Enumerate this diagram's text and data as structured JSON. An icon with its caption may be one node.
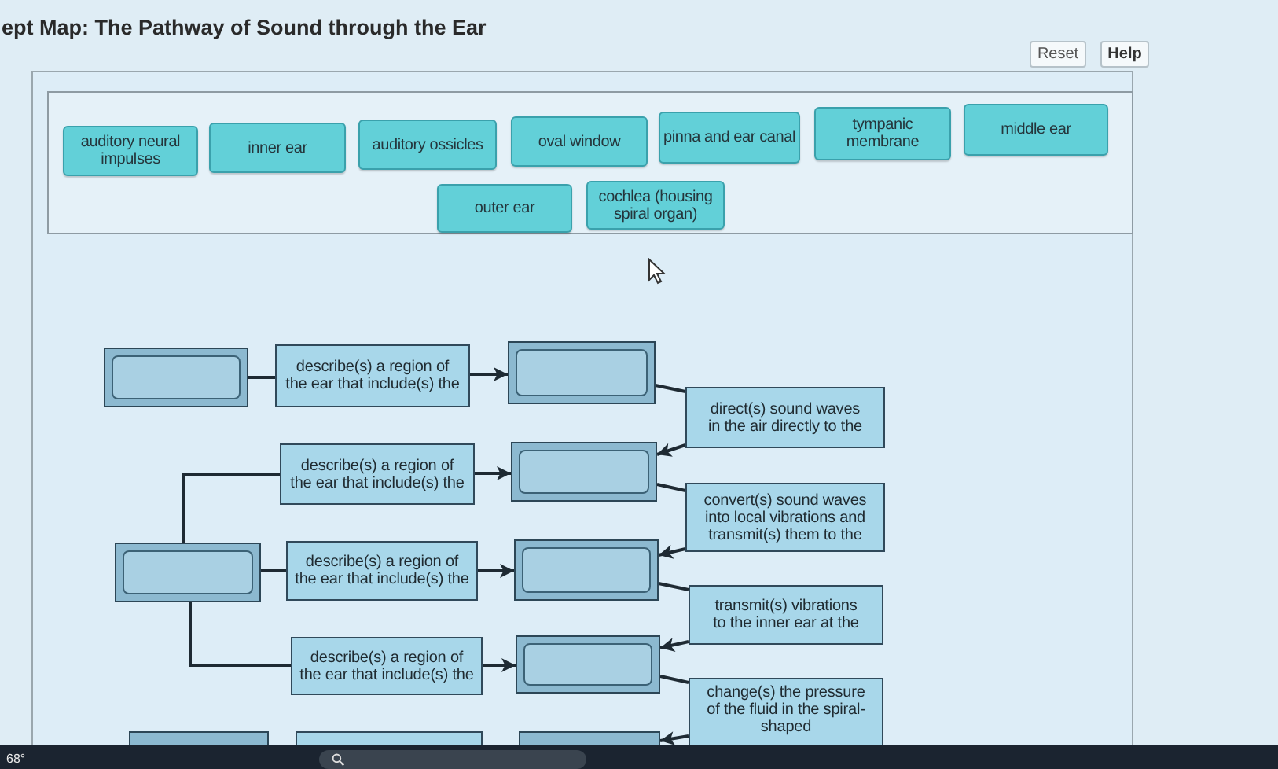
{
  "diagram": {
    "title": "ept Map: The Pathway of Sound through the Ear",
    "nodes": [
      {
        "text": [
          "auditory neural impulses"
        ]
      },
      {
        "text": [
          "inner ear"
        ]
      },
      {
        "text": [
          "auditory ossicles"
        ]
      },
      {
        "text": [
          "oval window"
        ]
      },
      {
        "text": [
          "pinna and ear canal"
        ]
      },
      {
        "text": [
          "tympanic membrane"
        ]
      },
      {
        "text": [
          "middle ear"
        ]
      },
      {
        "text": [
          "outer ear"
        ]
      },
      {
        "text": [
          "cochlea (housing spiral organ)"
        ]
      },
      {
        "text": [],
        "shape": "box"
      },
      {
        "text": [
          "describe(s) a region of the ear that include(s) the"
        ]
      },
      {
        "text": [],
        "shape": "box"
      },
      {
        "text": [
          "direct(s) sound waves in the air directly to the"
        ]
      },
      {
        "text": [
          "describe(s) a region of the ear that include(s) the"
        ]
      },
      {
        "text": [],
        "shape": "box"
      },
      {
        "text": [
          "convert(s) sound waves into local vibrations and transmit(s) them to the"
        ]
      },
      {
        "text": [],
        "shape": "box"
      },
      {
        "text": [
          "describe(s) a region of the ear that include(s) the"
        ]
      },
      {
        "text": [],
        "shape": "box"
      },
      {
        "text": [
          "transmit(s) vibrations to the inner ear at the"
        ]
      },
      {
        "text": [
          "describe(s) a region of the ear that include(s) the"
        ]
      },
      {
        "text": [],
        "shape": "box"
      },
      {
        "text": [
          "change(s) the pressure of the fluid in the spiral-shaped"
        ]
      },
      {
        "text": [],
        "shape": "box"
      },
      {
        "text": [],
        "shape": "box"
      },
      {
        "text": [],
        "shape": "box"
      }
    ],
    "edges": [
      {
        "from": 9,
        "to": 10,
        "arrow": "none"
      },
      {
        "from": 10,
        "to": 11,
        "arrow": "to"
      },
      {
        "from": 11,
        "to": 12,
        "arrow": "none"
      },
      {
        "from": 12,
        "to": 14,
        "arrow": "to"
      },
      {
        "from": 16,
        "to": 13,
        "arrow": "none"
      },
      {
        "from": 13,
        "to": 14,
        "arrow": "to"
      },
      {
        "from": 14,
        "to": 15,
        "arrow": "none"
      },
      {
        "from": 15,
        "to": 18,
        "arrow": "to"
      },
      {
        "from": 16,
        "to": 17,
        "arrow": "none"
      },
      {
        "from": 17,
        "to": 18,
        "arrow": "to"
      },
      {
        "from": 18,
        "to": 19,
        "arrow": "none"
      },
      {
        "from": 19,
        "to": 21,
        "arrow": "to"
      },
      {
        "from": 16,
        "to": 20,
        "arrow": "none"
      },
      {
        "from": 20,
        "to": 21,
        "arrow": "to"
      },
      {
        "from": 21,
        "to": 22,
        "arrow": "none"
      },
      {
        "from": 22,
        "to": 25,
        "arrow": "to"
      }
    ],
    "labels": [
      "Reset",
      "Help",
      "68°"
    ]
  }
}
